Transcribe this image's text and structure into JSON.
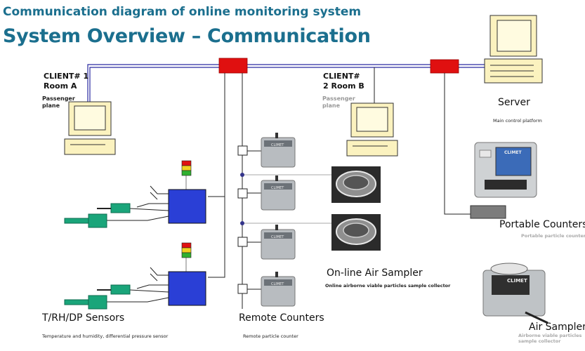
{
  "header": {
    "subtitle": "Communication diagram of online monitoring system",
    "title": "System Overview – Communication"
  },
  "client1": {
    "label": "CLIENT# 1",
    "room": "Room A",
    "sub": "Passenger plane"
  },
  "client2": {
    "label": "CLIENT#",
    "room": "2 Room B",
    "sub": "Passenger plane"
  },
  "server": {
    "label": "Server",
    "sub": "Main control platform"
  },
  "portable": {
    "label": "Portable Counters",
    "sub": "Portable particle counter"
  },
  "online_sampler": {
    "label": "On-line Air Sampler",
    "sub": "Online airborne viable particles sample collector"
  },
  "air_sampler": {
    "label": "Air Sampler",
    "sub": "Airborne viable particles sample collector"
  },
  "sensors": {
    "label": "T/RH/DP Sensors",
    "sub": "Temperature and humidity, differential pressure sensor"
  },
  "remote": {
    "label": "Remote Counters",
    "sub": "Remote particle counter"
  },
  "device_brand": "CLIMET",
  "colors": {
    "title": "#1b6f8e",
    "hub": "#e01010",
    "network_line": "#2a2aa0",
    "controller": "#2a3fd6",
    "sensor": "#1aa57a"
  }
}
